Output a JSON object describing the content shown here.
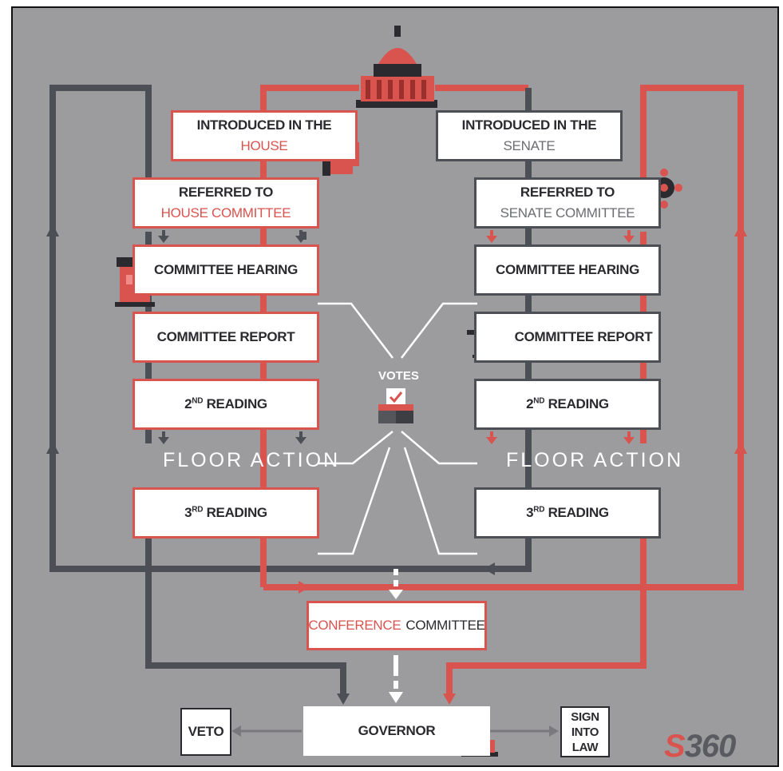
{
  "house": {
    "introduced_line1": "INTRODUCED IN THE",
    "introduced_line2": "HOUSE",
    "referred_line1": "REFERRED TO",
    "referred_line2": "HOUSE COMMITTEE",
    "hearing": "COMMITTEE HEARING",
    "report": "COMMITTEE REPORT",
    "reading2_num": "2",
    "reading2_sup": "ND",
    "reading2_word": "READING",
    "floor_action": "FLOOR ACTION",
    "reading3_num": "3",
    "reading3_sup": "RD",
    "reading3_word": "READING"
  },
  "senate": {
    "introduced_line1": "INTRODUCED IN THE",
    "introduced_line2": "SENATE",
    "referred_line1": "REFERRED TO",
    "referred_line2": "SENATE COMMITTEE",
    "hearing": "COMMITTEE HEARING",
    "report": "COMMITTEE REPORT",
    "reading2_num": "2",
    "reading2_sup": "ND",
    "reading2_word": "READING",
    "floor_action": "FLOOR ACTION",
    "reading3_num": "3",
    "reading3_sup": "RD",
    "reading3_word": "READING"
  },
  "votes": "VOTES",
  "conference": {
    "highlight": "CONFERENCE",
    "rest": "COMMITTEE"
  },
  "governor": "GOVERNOR",
  "veto": "VETO",
  "sign_line1": "SIGN",
  "sign_line2": "INTO",
  "sign_line3": "LAW",
  "logo": {
    "part1": "S",
    "part2": "360"
  },
  "colors": {
    "house_red": "#d9534f",
    "senate_gray": "#4d4f57",
    "background": "#9c9c9e"
  },
  "icons": [
    "capitol-icon",
    "scroll-icon",
    "podium-icon",
    "gavel-icon",
    "ballot-box-icon",
    "orb-icon"
  ]
}
